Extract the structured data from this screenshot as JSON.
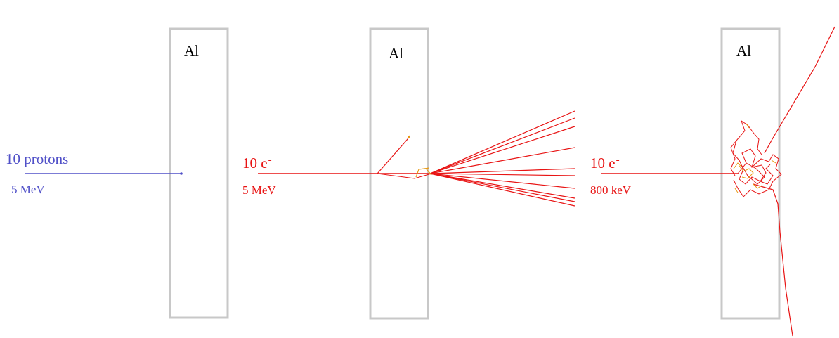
{
  "colors": {
    "slab_border": "#c8c8c8",
    "proton": "#5050c8",
    "electron": "#e81414",
    "electron_secondary": "#e89a14",
    "background": "#ffffff"
  },
  "panels": [
    {
      "material": "Al",
      "beam": {
        "count_label": "10 protons",
        "energy": "5 MeV",
        "particle": "proton"
      }
    },
    {
      "material": "Al",
      "beam": {
        "count_prefix": "10 e",
        "charge_sign": "-",
        "energy": "5 MeV",
        "particle": "electron"
      }
    },
    {
      "material": "Al",
      "beam": {
        "count_prefix": "10 e",
        "charge_sign": "-",
        "energy": "800 keV",
        "particle": "electron"
      }
    }
  ]
}
